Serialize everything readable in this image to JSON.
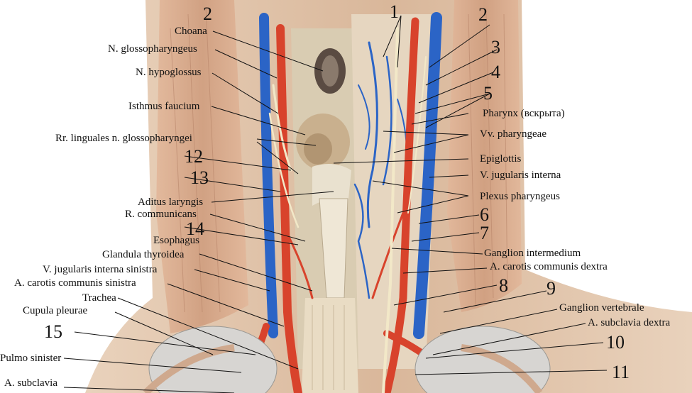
{
  "labels_left": [
    {
      "id": "choana",
      "text": "Choana"
    },
    {
      "id": "glossopharyngeus",
      "text": "N. glossopharyngeus"
    },
    {
      "id": "hypoglossus",
      "text": "N. hypoglossus"
    },
    {
      "id": "isthmus",
      "text": "Isthmus faucium"
    },
    {
      "id": "rr-linguales",
      "text": "Rr. linguales n. glossopharyngei"
    },
    {
      "id": "aditus",
      "text": "Aditus laryngis"
    },
    {
      "id": "communicans",
      "text": "R. communicans"
    },
    {
      "id": "esophagus",
      "text": "Esophagus"
    },
    {
      "id": "glandula",
      "text": "Glandula thyroidea"
    },
    {
      "id": "vji-sinistra",
      "text": "V. jugularis interna sinistra"
    },
    {
      "id": "acc-sinistra",
      "text": "A. carotis communis sinistra"
    },
    {
      "id": "trachea",
      "text": "Trachea"
    },
    {
      "id": "cupula",
      "text": "Cupula pleurae"
    },
    {
      "id": "pulmo",
      "text": "Pulmo sinister"
    },
    {
      "id": "subclavia-sin",
      "text": "A. subclavia"
    }
  ],
  "labels_right": [
    {
      "id": "pharynx",
      "text": "Pharynx (вскрыта)"
    },
    {
      "id": "vv-pharyngeae",
      "text": "Vv. pharyngeae"
    },
    {
      "id": "epiglottis",
      "text": "Epiglottis"
    },
    {
      "id": "vji-interna",
      "text": "V. jugularis interna"
    },
    {
      "id": "plexus",
      "text": "Plexus pharyngeus"
    },
    {
      "id": "ganglion-int",
      "text": "Ganglion intermedium"
    },
    {
      "id": "acc-dextra",
      "text": "A. carotis communis dextra"
    },
    {
      "id": "ganglion-vert",
      "text": "Ganglion vertebrale"
    },
    {
      "id": "subclavia-dex",
      "text": "A. subclavia dextra"
    }
  ],
  "numbers": [
    {
      "id": "n2a",
      "text": "2"
    },
    {
      "id": "n1",
      "text": "1"
    },
    {
      "id": "n2b",
      "text": "2"
    },
    {
      "id": "n3",
      "text": "3"
    },
    {
      "id": "n4",
      "text": "4"
    },
    {
      "id": "n5",
      "text": "5"
    },
    {
      "id": "n12",
      "text": "12"
    },
    {
      "id": "n13",
      "text": "13"
    },
    {
      "id": "n14",
      "text": "14"
    },
    {
      "id": "n6",
      "text": "6"
    },
    {
      "id": "n7",
      "text": "7"
    },
    {
      "id": "n8",
      "text": "8"
    },
    {
      "id": "n9",
      "text": "9"
    },
    {
      "id": "n15",
      "text": "15"
    },
    {
      "id": "n10",
      "text": "10"
    },
    {
      "id": "n11",
      "text": "11"
    }
  ],
  "colors": {
    "artery": "#d8432c",
    "vein": "#2b64c6",
    "muscle": "#e0b89c",
    "nerve": "#f2e8c8",
    "bone": "#ddd6c4",
    "mucosa": "#cfc1a8"
  }
}
